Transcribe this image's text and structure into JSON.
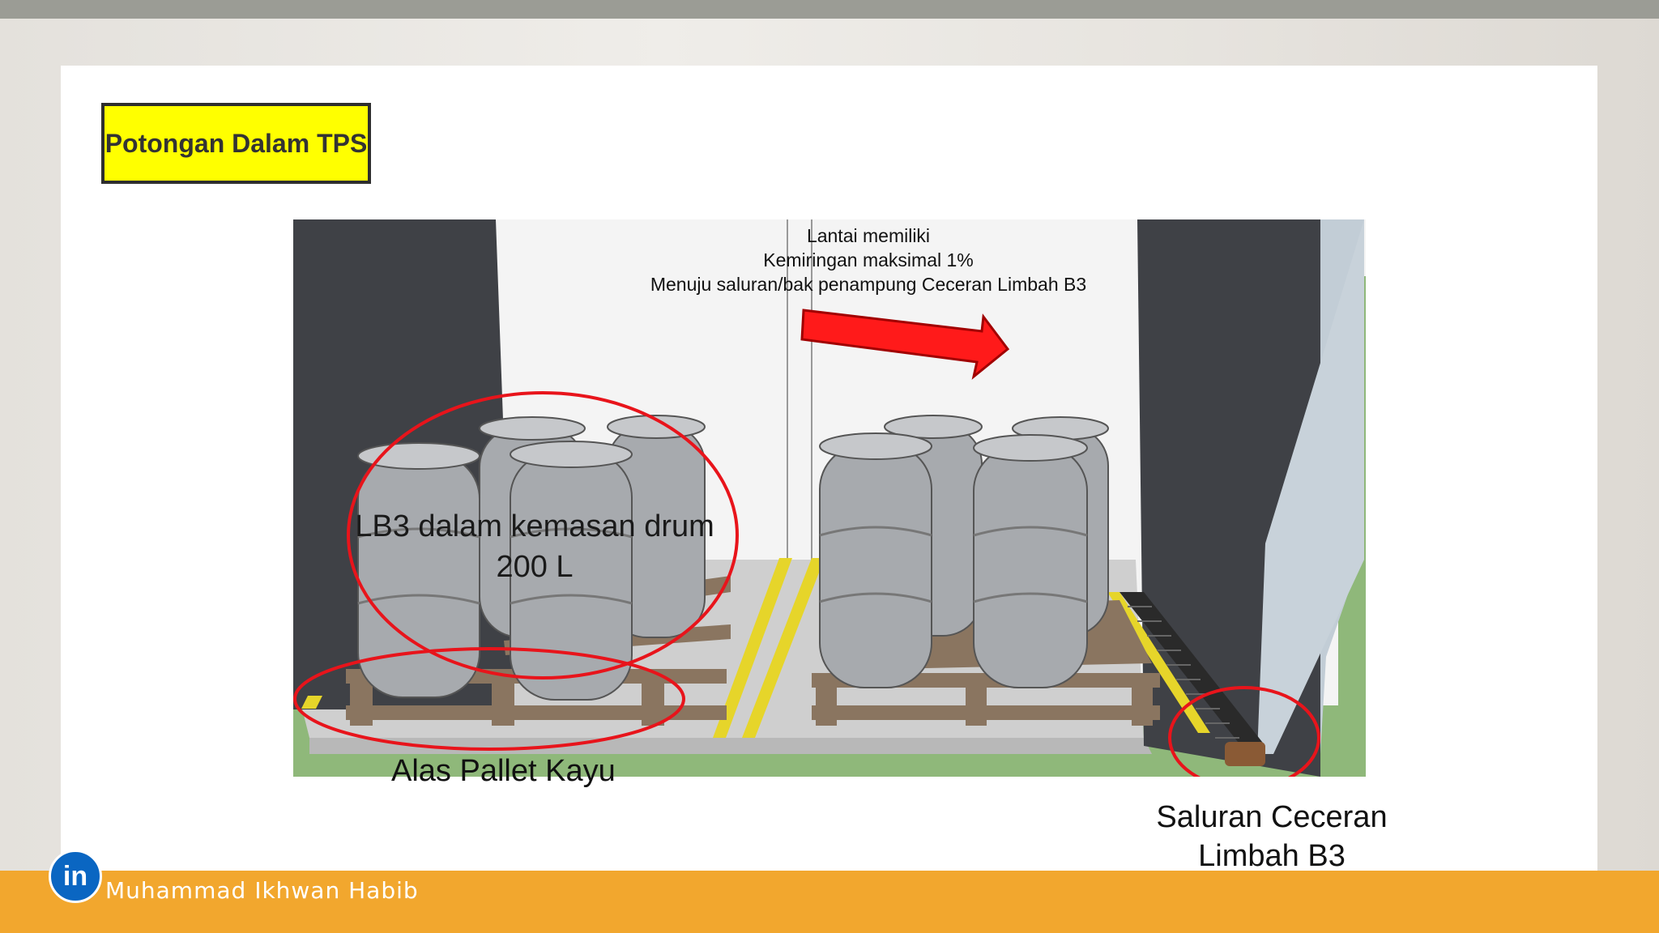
{
  "slide": {
    "title": "Potongan Dalam TPS",
    "floor_note": {
      "line1": "Lantai memiliki",
      "line2": "Kemiringan maksimal 1%",
      "line3": "Menuju saluran/bak penampung Ceceran Limbah B3"
    },
    "callouts": {
      "drums_line1": "LB3 dalam kemasan drum",
      "drums_line2": "200 L",
      "pallet": "Alas Pallet Kayu",
      "drain_line1": "Saluran Ceceran",
      "drain_line2": "Limbah B3"
    }
  },
  "footer": {
    "author": "Muhammad Ikhwan Habib",
    "icon": "linkedin-icon",
    "icon_text": "in"
  },
  "colors": {
    "title_bg": "#ffff00",
    "footer_bg": "#f2a72e",
    "linkedin": "#0a66c2",
    "callout_ring": "#e8141b",
    "arrow": "#ff1a1a"
  }
}
